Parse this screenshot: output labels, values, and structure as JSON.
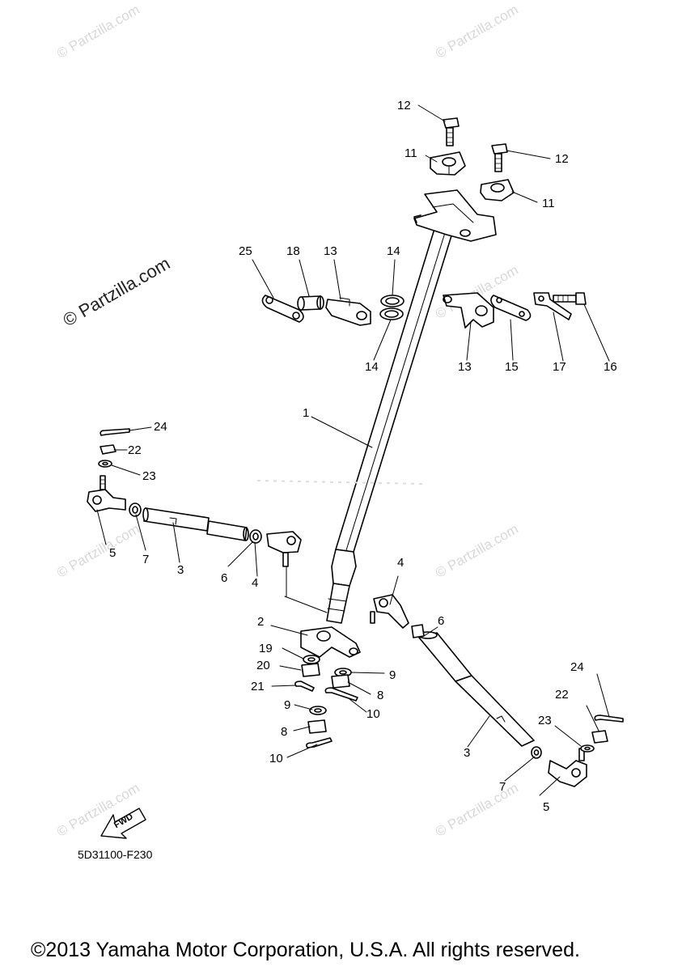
{
  "watermarks": {
    "text": "© Partzilla.com",
    "prominent_text": "© Partzilla.com"
  },
  "callouts": [
    {
      "id": "c1",
      "label": "1"
    },
    {
      "id": "c2",
      "label": "2"
    },
    {
      "id": "c3a",
      "label": "3"
    },
    {
      "id": "c3b",
      "label": "3"
    },
    {
      "id": "c4a",
      "label": "4"
    },
    {
      "id": "c4b",
      "label": "4"
    },
    {
      "id": "c5a",
      "label": "5"
    },
    {
      "id": "c5b",
      "label": "5"
    },
    {
      "id": "c6a",
      "label": "6"
    },
    {
      "id": "c6b",
      "label": "6"
    },
    {
      "id": "c7a",
      "label": "7"
    },
    {
      "id": "c7b",
      "label": "7"
    },
    {
      "id": "c8a",
      "label": "8"
    },
    {
      "id": "c8b",
      "label": "8"
    },
    {
      "id": "c9a",
      "label": "9"
    },
    {
      "id": "c9b",
      "label": "9"
    },
    {
      "id": "c10a",
      "label": "10"
    },
    {
      "id": "c10b",
      "label": "10"
    },
    {
      "id": "c11a",
      "label": "11"
    },
    {
      "id": "c11b",
      "label": "11"
    },
    {
      "id": "c12a",
      "label": "12"
    },
    {
      "id": "c12b",
      "label": "12"
    },
    {
      "id": "c13a",
      "label": "13"
    },
    {
      "id": "c13b",
      "label": "13"
    },
    {
      "id": "c14a",
      "label": "14"
    },
    {
      "id": "c14b",
      "label": "14"
    },
    {
      "id": "c15",
      "label": "15"
    },
    {
      "id": "c16",
      "label": "16"
    },
    {
      "id": "c17",
      "label": "17"
    },
    {
      "id": "c18",
      "label": "18"
    },
    {
      "id": "c19",
      "label": "19"
    },
    {
      "id": "c20",
      "label": "20"
    },
    {
      "id": "c21",
      "label": "21"
    },
    {
      "id": "c22a",
      "label": "22"
    },
    {
      "id": "c22b",
      "label": "22"
    },
    {
      "id": "c23a",
      "label": "23"
    },
    {
      "id": "c23b",
      "label": "23"
    },
    {
      "id": "c24a",
      "label": "24"
    },
    {
      "id": "c24b",
      "label": "24"
    },
    {
      "id": "c25",
      "label": "25"
    }
  ],
  "fwd_label": "FWD",
  "diagram_code": "5D31100-F230",
  "copyright": "©2013 Yamaha Motor Corporation, U.S.A. All rights reserved."
}
